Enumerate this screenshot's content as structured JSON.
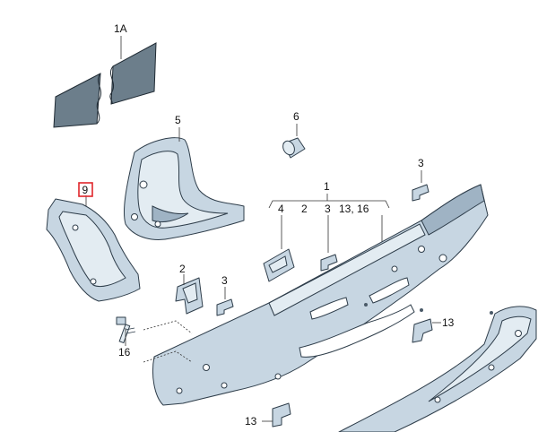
{
  "labels": {
    "l1a": "1A",
    "l5": "5",
    "l6": "6",
    "l3_top": "3",
    "l1": "1",
    "l4": "4",
    "l2_top": "2",
    "l3_mid": "3",
    "l13_16": "13, 16",
    "l9": "9",
    "l2_bracket": "2",
    "l3_left": "3",
    "l13_right": "13",
    "l16": "16",
    "l13_bottom": "13"
  },
  "colors": {
    "part_fill": "#c7d6e2",
    "outline": "#2e3d4a",
    "pad_fill": "#6c7e8b",
    "highlight": "#e0262b"
  }
}
